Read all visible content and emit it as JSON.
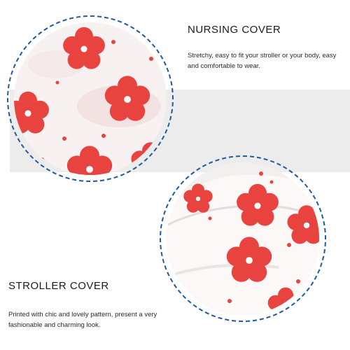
{
  "colors": {
    "accent": "#e8433f",
    "dashed_ring": "#1f5a9a",
    "band": "#ececec"
  },
  "top_section": {
    "title": "NURSING COVER",
    "description": "Stretchy, easy to fit your stroller or your body, easy and comfortable to wear."
  },
  "bottom_section": {
    "title": "STROLLER COVER",
    "description": "Printed with chic and lovely pattern, present a very fashionable and charming look."
  }
}
